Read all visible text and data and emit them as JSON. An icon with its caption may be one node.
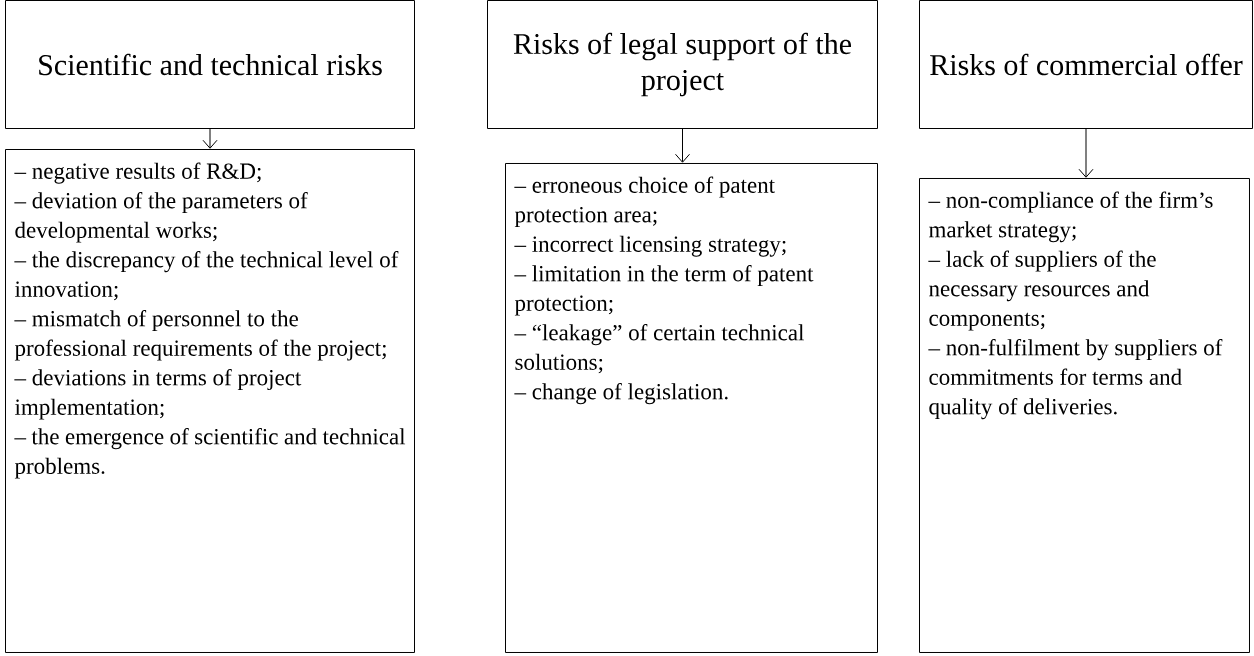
{
  "diagram": {
    "nodes": [
      {
        "text": [
          "Scientific and technical risks"
        ]
      },
      {
        "text": [
          "Risks of legal support of the project"
        ]
      },
      {
        "text": [
          "Risks of commercial offer"
        ]
      },
      {
        "text": [
          "– negative results of R&D;",
          "– deviation of the parameters of developmental works;",
          "– the discrepancy of the technical level of innovation;",
          "– mismatch of personnel to the professional requirements of the project;",
          "– deviations in terms of project implementation;",
          "– the emergence of scientific and technical problems."
        ]
      },
      {
        "text": [
          "– erroneous choice of patent protection area;",
          "– incorrect licensing strategy;",
          "– limitation in the term of patent protection;",
          "– “leakage” of certain technical solutions;",
          "– change of legislation."
        ]
      },
      {
        "text": [
          "– non-compliance of the firm’s market strategy;",
          "– lack of suppliers of the necessary resources and components;",
          "– non-fulfilment by suppliers of commitments for terms and quality of deliveries."
        ]
      }
    ],
    "edges": [
      {
        "from": 0,
        "to": 3,
        "arrow": "to"
      },
      {
        "from": 1,
        "to": 4,
        "arrow": "to"
      },
      {
        "from": 2,
        "to": 5,
        "arrow": "to"
      }
    ]
  }
}
